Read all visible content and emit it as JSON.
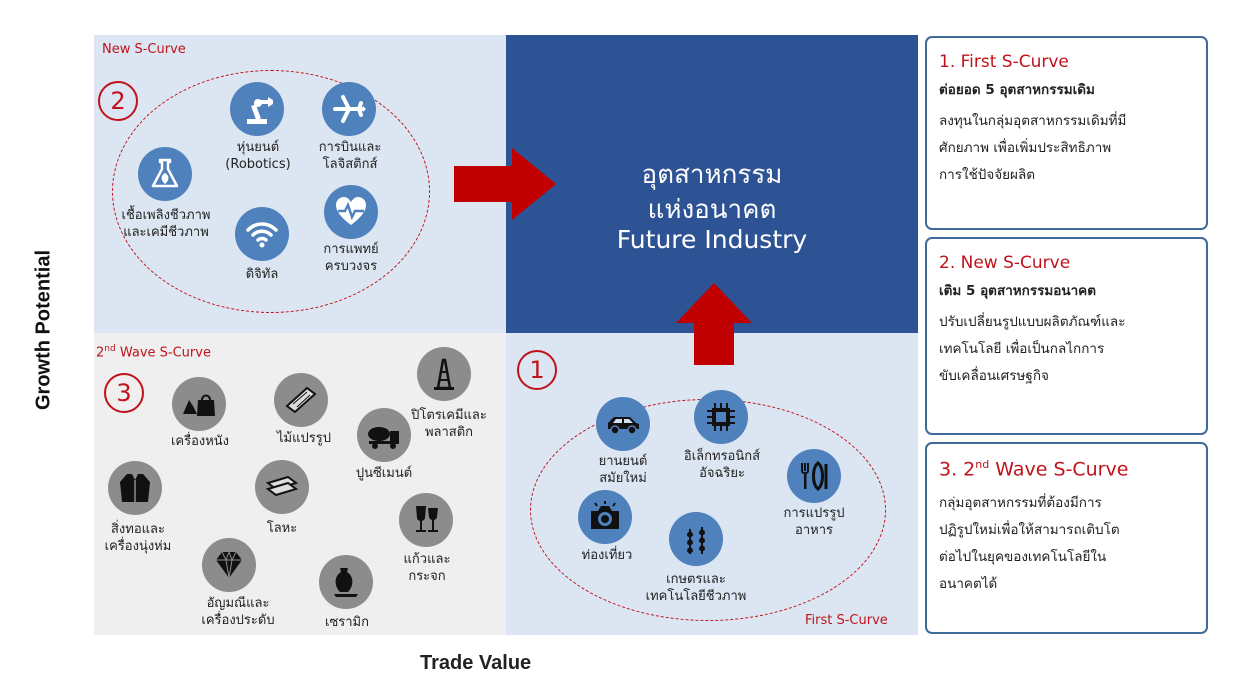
{
  "axes": {
    "y_label": "Growth Potential",
    "x_label": "Trade Value"
  },
  "quadrants": {
    "new": {
      "label": "New S-Curve",
      "number": "2",
      "items": [
        {
          "icon": "robot-arm-icon",
          "label_line1": "หุ่นยนต์",
          "label_line2": "(Robotics)"
        },
        {
          "icon": "airplane-icon",
          "label_line1": "การบินและ",
          "label_line2": "โลจิสติกส์"
        },
        {
          "icon": "flask-leaf-icon",
          "label_line1": "เชื้อเพลิงชีวภาพ",
          "label_line2": "และเคมีชีวภาพ"
        },
        {
          "icon": "wifi-icon",
          "label_line1": "ดิจิทัล",
          "label_line2": ""
        },
        {
          "icon": "heart-pulse-icon",
          "label_line1": "การแพทย์",
          "label_line2": "ครบวงจร"
        }
      ]
    },
    "future": {
      "line1": "อุตสาหกรรม",
      "line2": "แห่งอนาคต",
      "line3": "Future Industry"
    },
    "wave": {
      "label_prefix": "2",
      "label_sup": "nd",
      "label_suffix": " Wave S-Curve",
      "number": "3",
      "items": [
        {
          "icon": "high-heel-bag-icon",
          "label_line1": "เครื่องหนัง",
          "label_line2": ""
        },
        {
          "icon": "wood-plank-icon",
          "label_line1": "ไม้แปรรูป",
          "label_line2": ""
        },
        {
          "icon": "oil-rig-icon",
          "label_line1": "ปิโตรเคมีและ",
          "label_line2": "พลาสติก"
        },
        {
          "icon": "cement-truck-icon",
          "label_line1": "ปูนซีเมนต์",
          "label_line2": ""
        },
        {
          "icon": "jacket-icon",
          "label_line1": "สิ่งทอและ",
          "label_line2": "เครื่องนุ่งห่ม"
        },
        {
          "icon": "steel-sheet-icon",
          "label_line1": "โลหะ",
          "label_line2": ""
        },
        {
          "icon": "wine-glass-icon",
          "label_line1": "แก้วและ",
          "label_line2": "กระจก"
        },
        {
          "icon": "diamond-icon",
          "label_line1": "อัญมณีและ",
          "label_line2": "เครื่องประดับ"
        },
        {
          "icon": "vase-icon",
          "label_line1": "เซรามิก",
          "label_line2": ""
        }
      ]
    },
    "first": {
      "label": "First S-Curve",
      "number": "1",
      "items": [
        {
          "icon": "car-icon",
          "label_line1": "ยานยนต์",
          "label_line2": "สมัยใหม่"
        },
        {
          "icon": "chip-icon",
          "label_line1": "อิเล็กทรอนิกส์",
          "label_line2": "อัจฉริยะ"
        },
        {
          "icon": "fork-plate-icon",
          "label_line1": "การแปรรูป",
          "label_line2": "อาหาร"
        },
        {
          "icon": "camera-icon",
          "label_line1": "ท่องเที่ยว",
          "label_line2": ""
        },
        {
          "icon": "wheat-icon",
          "label_line1": "เกษตรและ",
          "label_line2": "เทคโนโลยีชีวภาพ"
        }
      ]
    }
  },
  "side_boxes": [
    {
      "title": "1. First S-Curve",
      "subtitle": "ต่อยอด 5 อุตสาหกรรมเดิม",
      "lines": [
        "ลงทุนในกลุ่มอุตสาหกรรมเดิมที่มี",
        "ศักยภาพ เพื่อเพิ่มประสิทธิภาพ",
        "การใช้ปัจจัยผลิต"
      ]
    },
    {
      "title": "2. New S-Curve",
      "subtitle": "เติม 5 อุตสาหกรรมอนาคต",
      "lines": [
        "ปรับเปลี่ยนรูปแบบผลิตภัณฑ์และ",
        "เทคโนโลยี เพื่อเป็นกลไกการ",
        "ขับเคลื่อนเศรษฐกิจ"
      ]
    },
    {
      "title_prefix": "3. 2",
      "title_sup": "nd",
      "title_suffix": " Wave S-Curve",
      "lines": [
        "กลุ่มอุตสาหกรรมที่ต้องมีการ",
        "ปฏิรูปใหม่เพื่อให้สามารถเติบโต",
        "ต่อไปในยุคของเทคโนโลยีใน",
        "อนาคตได้"
      ]
    }
  ],
  "colors": {
    "accent_red": "#c0121b",
    "future_blue": "#2e5395",
    "icon_blue": "#4f81bd",
    "icon_gray": "#8c8c8c",
    "light_blue_bg": "#dce6f2",
    "gray_bg": "#efefef",
    "box_border": "#3f6b9a"
  }
}
